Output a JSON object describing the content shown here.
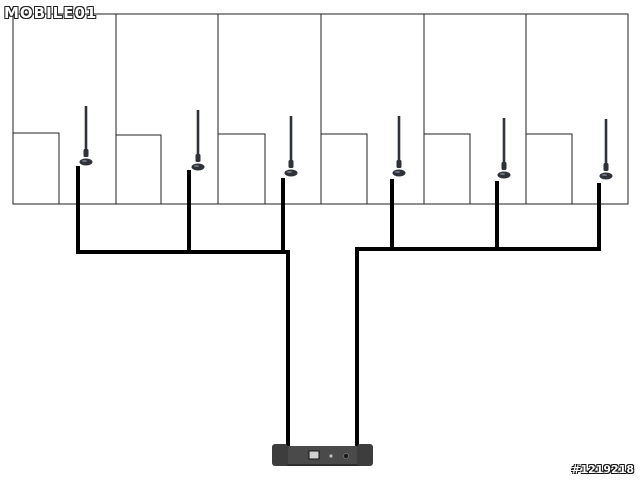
{
  "watermark": {
    "text": "MOBILE01"
  },
  "image_id": "#1219218",
  "diagram": {
    "room_count": 6,
    "antenna_count": 6,
    "device": "router",
    "colors": {
      "walls": "#222222",
      "cable": "#000000",
      "antenna": "#2f3238",
      "router_body": "#3a3a3a",
      "background": "#ffffff"
    }
  }
}
